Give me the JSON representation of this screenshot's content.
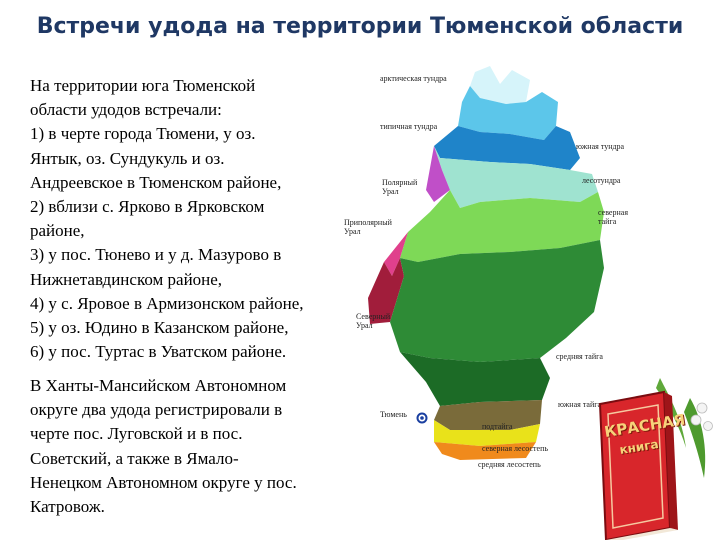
{
  "title": "Встречи удода на территории Тюменской области",
  "paragraph1": [
    "На территории юга Тюменской",
    "области удодов встречали:",
    "1) в черте города Тюмени, у оз.",
    "Янтык, оз. Сундукуль и оз.",
    "Андреевское в Тюменском районе,",
    "2) вблизи с. Ярково в Ярковском",
    "районе,",
    "3) у пос. Тюнево и у д. Мазурово в",
    "Нижнетавдинском районе,",
    "4) у с. Яровое в Армизонском районе,",
    "5) у оз. Юдино в Казанском районе,",
    "6) у пос. Туртас в Уватском районе."
  ],
  "paragraph2": [
    "В Ханты-Мансийском Автономном",
    "округе два удода регистрировали в",
    "черте пос. Луговской и в пос.",
    "Советский, а также в Ямало-",
    "Ненецком Автономном округе у пос.",
    "Катровож."
  ],
  "map": {
    "zone_labels": {
      "arctic_tundra": "арктическая тундра",
      "typical_tundra": "типичная тундра",
      "south_tundra": "южная тундра",
      "polar_ural": "Полярный Урал",
      "forest_tundra": "лесотундра",
      "subpolar_ural": "Приполярный Урал",
      "north_taiga": "северная тайга",
      "north_ural": "Северный Урал",
      "middle_taiga": "средняя тайга",
      "south_taiga": "южная тайга",
      "tyumen": "Тюмень",
      "subtaiga": "подтайга",
      "north_forest_steppe": "северная лесостепь",
      "middle_forest_steppe": "средняя лесостепь"
    },
    "colors": {
      "arctic_tundra": "#d6f4fa",
      "typical_tundra": "#5cc6ea",
      "south_tundra": "#1f84c9",
      "polar_ural": "#c04fc8",
      "forest_tundra": "#9fe3d0",
      "subpolar_ural": "#e0408c",
      "north_taiga": "#7ed957",
      "north_ural": "#a11d3b",
      "middle_taiga": "#2e8b36",
      "south_taiga": "#1c6b26",
      "subtaiga": "#7a6b3a",
      "north_forest_steppe": "#e9e21a",
      "middle_forest_steppe": "#f08a1c"
    }
  },
  "book": {
    "title_line1": "КРАСНАЯ",
    "title_line2": "книга"
  }
}
